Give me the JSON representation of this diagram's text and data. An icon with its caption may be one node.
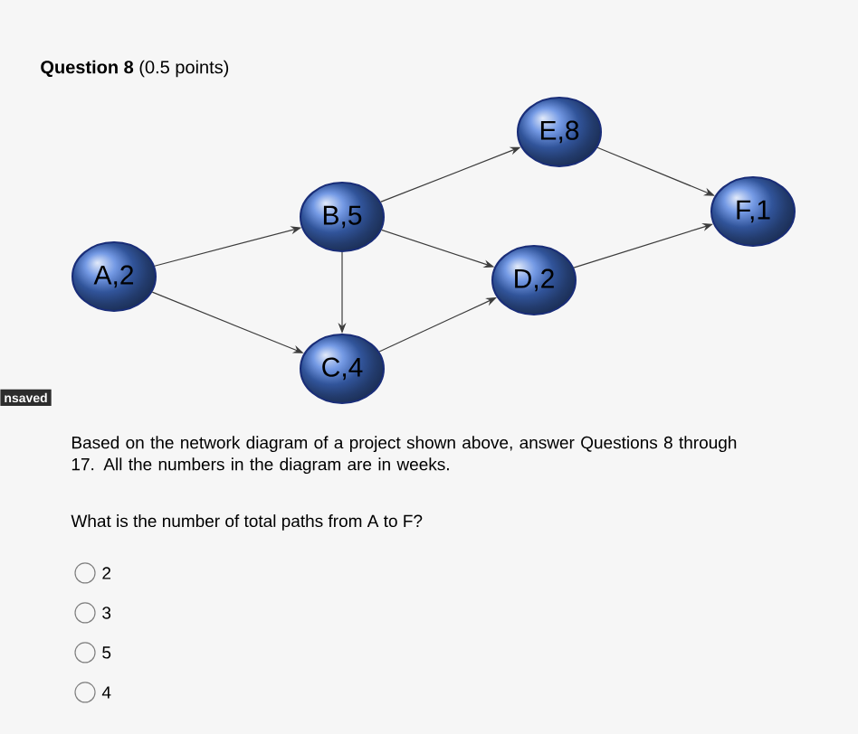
{
  "diagram": {
    "title": "**Question 8** (0.5 points)",
    "nodes": [
      {
        "text": [
          "A,2"
        ]
      },
      {
        "text": [
          "B,5"
        ]
      },
      {
        "text": [
          "C,4"
        ]
      },
      {
        "text": [
          "D,2"
        ]
      },
      {
        "text": [
          "E,8"
        ]
      },
      {
        "text": [
          "F,1"
        ]
      }
    ],
    "edges": [
      {
        "from": 0,
        "to": 1,
        "arrow": "to"
      },
      {
        "from": 0,
        "to": 2,
        "arrow": "to"
      },
      {
        "from": 1,
        "to": 4,
        "arrow": "to"
      },
      {
        "from": 1,
        "to": 3,
        "arrow": "to"
      },
      {
        "from": 1,
        "to": 2,
        "arrow": "to"
      },
      {
        "from": 2,
        "to": 3,
        "arrow": "to"
      },
      {
        "from": 4,
        "to": 5,
        "arrow": "to"
      },
      {
        "from": 3,
        "to": 5,
        "arrow": "to"
      }
    ],
    "labels": [
      "nsaved",
      "Based on the network diagram of a project shown above, answer Questions 8 through 17. All the numbers in the diagram are in weeks.",
      "What is the number of total paths from A to F?",
      "2",
      "3",
      "5",
      "4"
    ]
  }
}
